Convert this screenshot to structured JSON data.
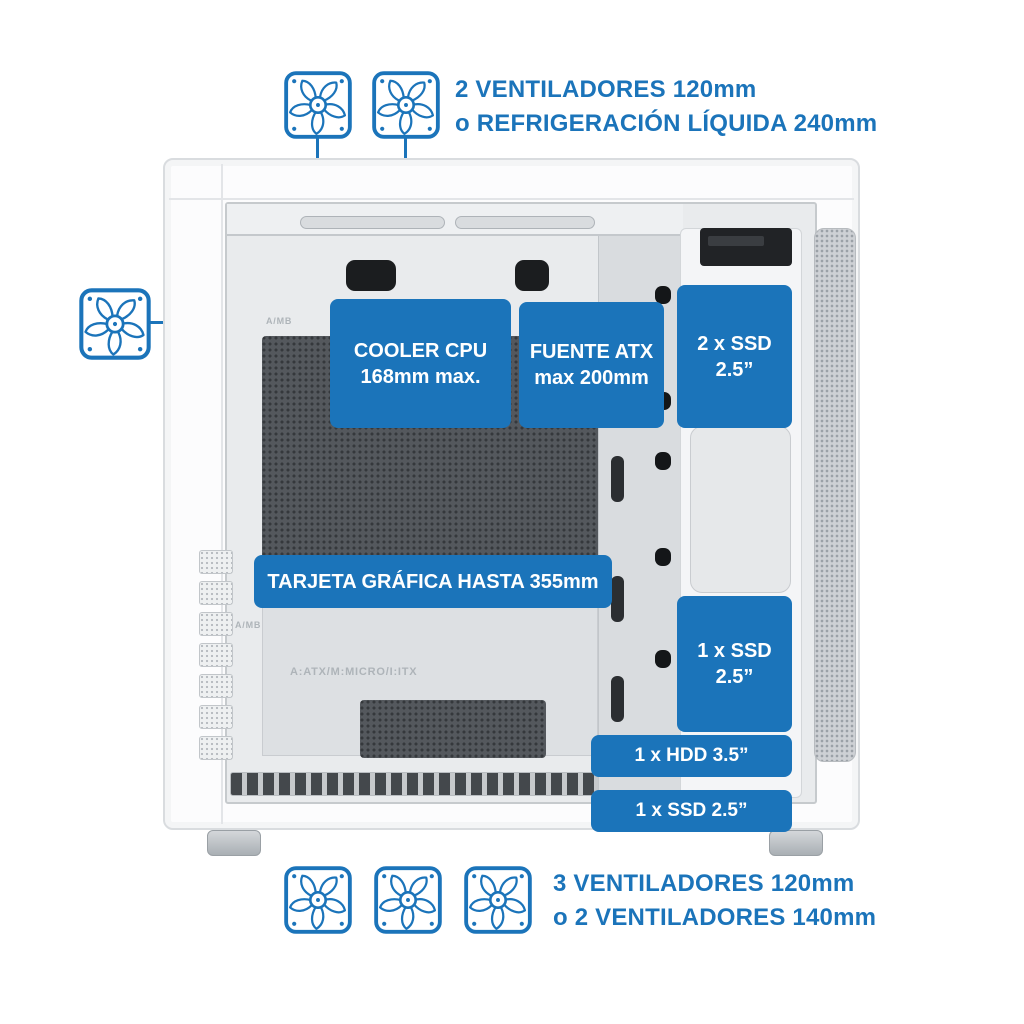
{
  "colors": {
    "accent": "#1b74ba"
  },
  "annotations": {
    "top": {
      "line1": "2 VENTILADORES 120mm",
      "line2": "o REFRIGERACIÓN LÍQUIDA 240mm"
    },
    "bottom": {
      "line1": "3 VENTILADORES 120mm",
      "line2": "o 2 VENTILADORES 140mm"
    }
  },
  "labels": {
    "cooler_cpu_line1": "COOLER CPU",
    "cooler_cpu_line2": "168mm max.",
    "psu_line1": "FUENTE ATX",
    "psu_line2": "max 200mm",
    "ssd_dual_line1": "2 x SSD",
    "ssd_dual_line2": "2.5”",
    "gpu": "TARJETA GRÁFICA HASTA 355mm",
    "ssd_single_line1": "1 x SSD",
    "ssd_single_line2": "2.5”",
    "hdd": "1 x HDD 3.5”",
    "ssd_bottom": "1 x SSD 2.5”"
  },
  "case_markings": {
    "tray_code": "A:ATX/M:MICRO/I:ITX",
    "mark_top": "A/MB",
    "mark_bottom": "A/MB"
  },
  "icons": {
    "fan": "fan-icon"
  }
}
